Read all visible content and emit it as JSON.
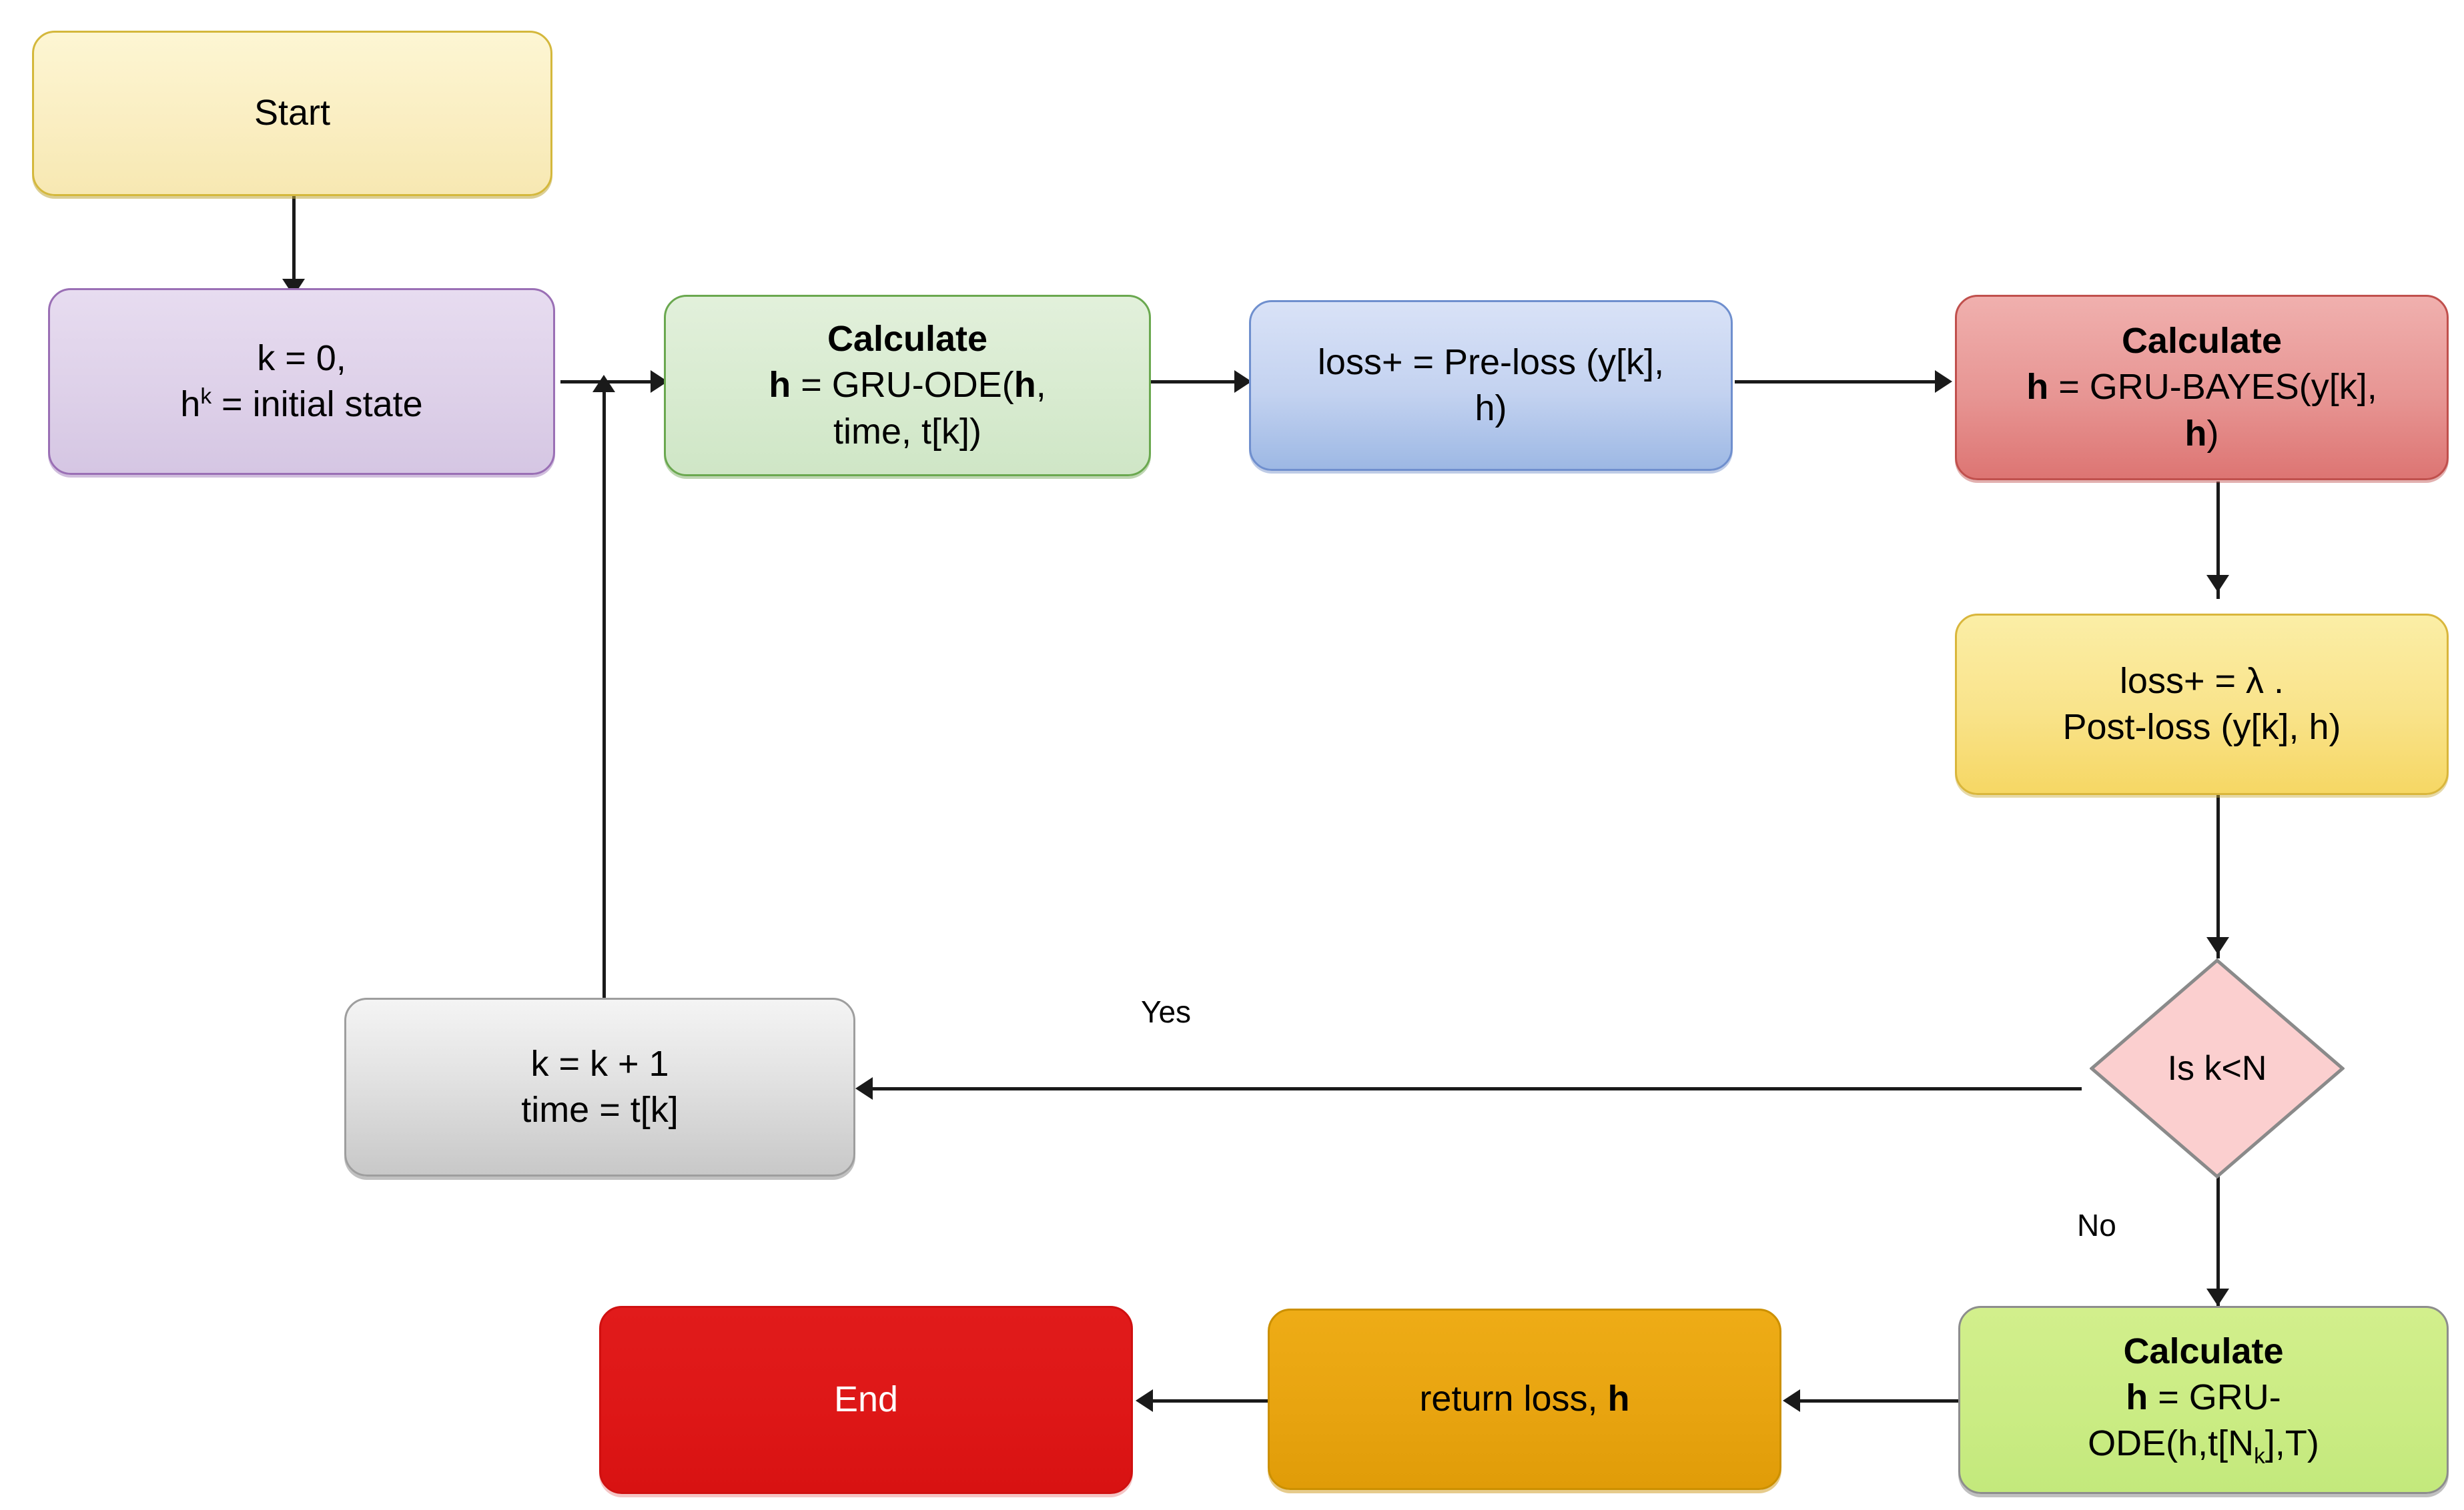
{
  "diagram": {
    "title": "GRU-ODE-Bayes training loop flowchart",
    "background": "#ffffff",
    "nodes": {
      "start": {
        "label": "Start",
        "shape": "rounded-rectangle",
        "fill": "#faeec2",
        "stroke": "#d4b83c"
      },
      "init": {
        "line1": "k = 0,",
        "line2_base": "h",
        "line2_sup": "k",
        "line2_rest": " = initial state",
        "shape": "rounded-rectangle",
        "fill": "#ded1e9",
        "stroke": "#9a6fb5"
      },
      "gru_ode": {
        "heading": "Calculate",
        "line2_bold": "h",
        "line2_rest": " = GRU-ODE(",
        "line2_bold2": "h",
        "line2_tail": ",",
        "line3": "time, t[k])",
        "shape": "rounded-rectangle",
        "fill": "#d8ebd0",
        "stroke": "#6aa84f"
      },
      "pre_loss": {
        "line1": "loss+ = Pre-loss (y[k],",
        "line2": "h)",
        "shape": "rounded-rectangle",
        "fill": "#c3d2f0",
        "stroke": "#6f8fce"
      },
      "gru_bayes": {
        "heading": "Calculate",
        "line2_bold": "h",
        "line2_rest": " = GRU-BAYES(y[k],",
        "line3_bold": "h",
        "line3_tail": ")",
        "shape": "rounded-rectangle",
        "fill": "#e79593",
        "stroke": "#c0504d"
      },
      "post_loss": {
        "line1": "loss+ = λ .",
        "line2": "Post-loss (y[k], h)",
        "shape": "rounded-rectangle",
        "fill": "#f9e38a",
        "stroke": "#d9b63c"
      },
      "decision": {
        "label": "Is k<N",
        "shape": "diamond",
        "fill": "#fbcfcf",
        "stroke": "#8a8a8a"
      },
      "increment": {
        "line1": "k = k + 1",
        "line2": "time = t[k]",
        "shape": "rounded-rectangle",
        "fill": "#e2e2e2",
        "stroke": "#9e9e9e"
      },
      "final_gru_ode": {
        "heading": "Calculate",
        "line2_bold": "h",
        "line2_rest": " = GRU-",
        "line3_pre": "ODE(h,t[N",
        "line3_sub": "k",
        "line3_post": "],T)",
        "shape": "rounded-rectangle",
        "fill": "#cbec84",
        "stroke": "#8d8d8d"
      },
      "return": {
        "line1_pre": "return loss, ",
        "line1_bold": "h",
        "shape": "rounded-rectangle",
        "fill": "#e8a410",
        "stroke": "#cc9000"
      },
      "end": {
        "label": "End",
        "shape": "rounded-rectangle",
        "fill": "#de1717",
        "stroke": "#d01010",
        "text_color": "#ffffff"
      }
    },
    "edge_labels": {
      "yes": "Yes",
      "no": "No"
    },
    "edges": [
      {
        "from": "start",
        "to": "init",
        "label": ""
      },
      {
        "from": "init",
        "to": "gru_ode",
        "label": ""
      },
      {
        "from": "gru_ode",
        "to": "pre_loss",
        "label": ""
      },
      {
        "from": "pre_loss",
        "to": "gru_bayes",
        "label": ""
      },
      {
        "from": "gru_bayes",
        "to": "post_loss",
        "label": ""
      },
      {
        "from": "post_loss",
        "to": "decision",
        "label": ""
      },
      {
        "from": "decision",
        "to": "increment",
        "label": "Yes"
      },
      {
        "from": "increment",
        "to": "gru_ode",
        "label": ""
      },
      {
        "from": "decision",
        "to": "final_gru_ode",
        "label": "No"
      },
      {
        "from": "final_gru_ode",
        "to": "return",
        "label": ""
      },
      {
        "from": "return",
        "to": "end",
        "label": ""
      }
    ]
  }
}
